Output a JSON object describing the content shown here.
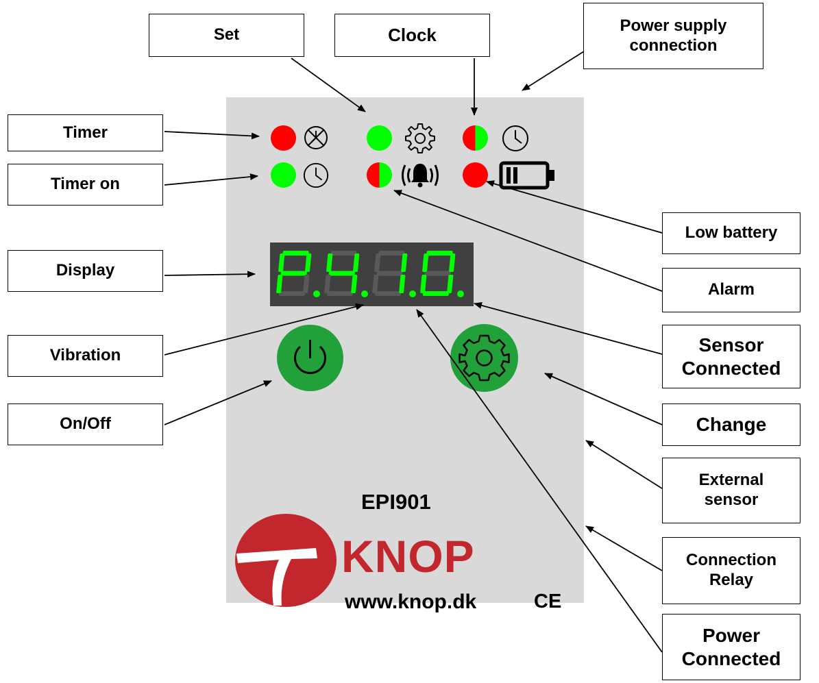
{
  "callouts": {
    "set": "Set",
    "clock": "Clock",
    "power_supply": "Power supply\nconnection",
    "timer": "Timer",
    "timer_on": "Timer on",
    "low_battery": "Low battery",
    "display": "Display",
    "alarm": "Alarm",
    "vibration": "Vibration",
    "sensor_connected": "Sensor\nConnected",
    "on_off": "On/Off",
    "change": "Change",
    "external_sensor": "External\nsensor",
    "connection_relay": "Connection\nRelay",
    "power_connected": "Power\nConnected"
  },
  "device": {
    "model": "EPI901",
    "brand": "KNOP",
    "url": "www.knop.dk",
    "ce_mark": "CE",
    "display_text": "P.4.1.0.",
    "colors": {
      "panel": "#d9d9d9",
      "led_red": "#ff0000",
      "led_green": "#00ff00",
      "button_green": "#22a03a",
      "display_bg": "#404040",
      "segment_on": "#00ff00",
      "segment_off": "#595959",
      "brand_red": "#c1272d"
    },
    "icons": [
      "timer-off-icon",
      "gear-icon",
      "clock-icon",
      "clock-icon",
      "alarm-bell-icon",
      "battery-low-icon",
      "power-icon",
      "gear-icon",
      "knop-logo-icon"
    ]
  }
}
